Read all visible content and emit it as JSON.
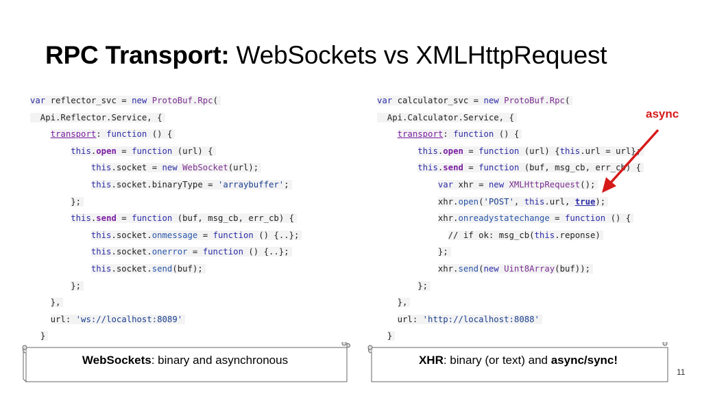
{
  "slide": {
    "title_bold": "RPC Transport:",
    "title_rest": " WebSockets vs XMLHttpRequest",
    "page_number": "11"
  },
  "left_code": {
    "l1": {
      "a": "var",
      "b": " reflector_svc = ",
      "c": "new",
      "d": " ",
      "e": "ProtoBuf.Rpc",
      "f": "("
    },
    "l2": {
      "a": "  Api.Reflector.Service, {"
    },
    "l3": {
      "a": "transport",
      "b": ": ",
      "c": "function",
      "d": " () {"
    },
    "l4": {
      "a": "this",
      "b": ".",
      "c": "open",
      "d": " = ",
      "e": "function",
      "f": " (url) {"
    },
    "l5": {
      "a": "this",
      "b": ".socket = ",
      "c": "new",
      "d": " ",
      "e": "WebSocket",
      "f": "(url);"
    },
    "l6": {
      "a": "this",
      "b": ".socket.binaryType = ",
      "c": "'arraybuffer'",
      "d": ";"
    },
    "l7": {
      "a": "};"
    },
    "l8": {
      "a": "this",
      "b": ".",
      "c": "send",
      "d": " = ",
      "e": "function",
      "f": " (buf, msg_cb, err_cb) {"
    },
    "l9": {
      "a": "this",
      "b": ".socket.",
      "c": "onmessage",
      "d": " = ",
      "e": "function",
      "f": " () {..};"
    },
    "l10": {
      "a": "this",
      "b": ".socket.",
      "c": "onerror",
      "d": " = ",
      "e": "function",
      "f": " () {..};"
    },
    "l11": {
      "a": "this",
      "b": ".socket.",
      "c": "send",
      "d": "(buf);"
    },
    "l12": {
      "a": "};"
    },
    "l13": {
      "a": "},"
    },
    "l14": {
      "a": "url: ",
      "b": "'ws://localhost:8089'"
    },
    "l15": {
      "a": "}"
    }
  },
  "right_code": {
    "l1": {
      "a": "var",
      "b": " calculator_svc = ",
      "c": "new",
      "d": " ",
      "e": "ProtoBuf.Rpc",
      "f": "("
    },
    "l2": {
      "a": "  Api.Calculator.Service, {"
    },
    "l3": {
      "a": "transport",
      "b": ": ",
      "c": "function",
      "d": " () {"
    },
    "l4": {
      "a": "this",
      "b": ".",
      "c": "open",
      "d": " = ",
      "e": "function",
      "f": " (url) {",
      "g": "this",
      "h": ".url = url};"
    },
    "l5": {
      "a": "this",
      "b": ".",
      "c": "send",
      "d": " = ",
      "e": "function",
      "f": " (buf, msg_cb, err_cb) {"
    },
    "l6": {
      "a": "var",
      "b": " xhr = ",
      "c": "new",
      "d": " ",
      "e": "XMLHttpRequest",
      "f": "();"
    },
    "l7": {
      "a": "xhr.",
      "b": "open",
      "c": "(",
      "d": "'POST'",
      "e": ", ",
      "f": "this",
      "g": ".url, ",
      "h": "true",
      "i": ");"
    },
    "l8": {
      "a": "xhr.",
      "b": "onreadystatechange",
      "c": " = ",
      "d": "function",
      "e": " () {"
    },
    "l9": {
      "a": "// if ok: msg_cb(",
      "b": "this",
      "c": ".reponse)"
    },
    "l10": {
      "a": "};"
    },
    "l11": {
      "a": "xhr.",
      "b": "send",
      "c": "(",
      "d": "new",
      "e": " ",
      "f": "Uint8Array",
      "g": "(buf));"
    },
    "l12": {
      "a": "};"
    },
    "l13": {
      "a": "},"
    },
    "l14": {
      "a": "url: ",
      "b": "'http://localhost:8088'"
    },
    "l15": {
      "a": "}"
    }
  },
  "left_scroll": {
    "bold": "WebSockets",
    "rest": ": binary and asynchronous"
  },
  "right_scroll": {
    "bold1": "XHR",
    "mid": ": binary (or text) and ",
    "bold2": "async/sync!"
  },
  "annotation": {
    "label": "async",
    "color": "#d61a1a"
  }
}
